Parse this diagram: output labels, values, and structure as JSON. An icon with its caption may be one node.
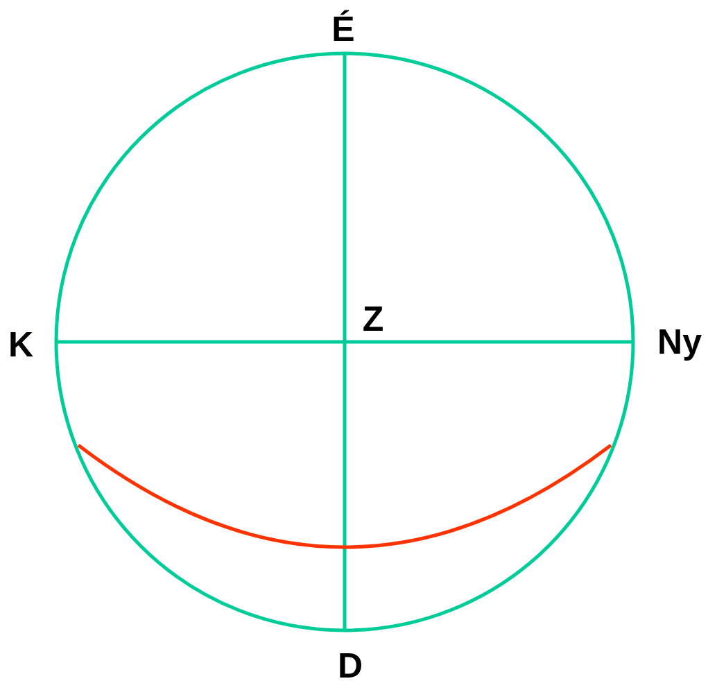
{
  "diagram": {
    "labels": [
      "É",
      "K",
      "Z",
      "Ny",
      "D"
    ]
  }
}
